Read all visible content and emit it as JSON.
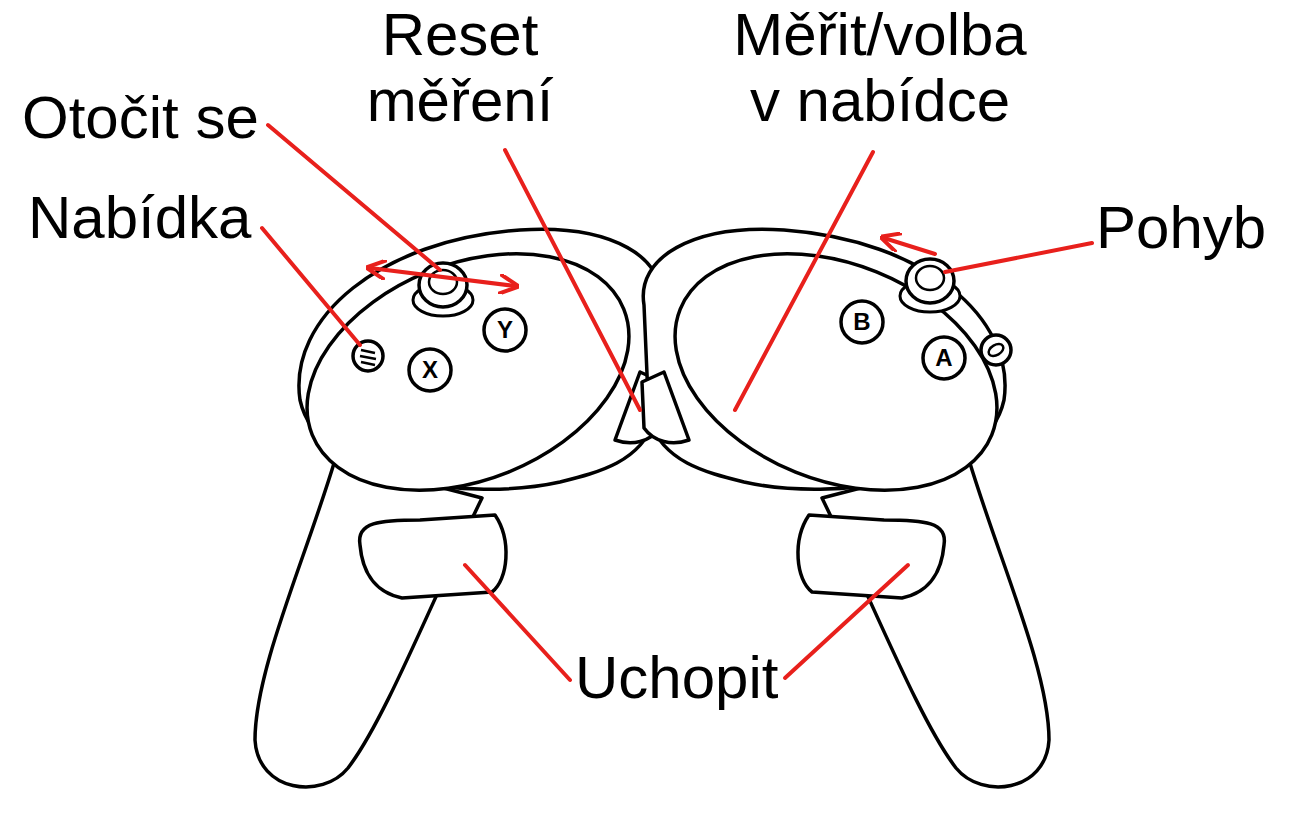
{
  "diagram": {
    "labels": [
      "Reset měření",
      "Měřit/volba v nabídce",
      "Otočit se",
      "Nabídka",
      "Pohyb",
      "Uchopit",
      "Y",
      "X",
      "B",
      "A"
    ]
  }
}
